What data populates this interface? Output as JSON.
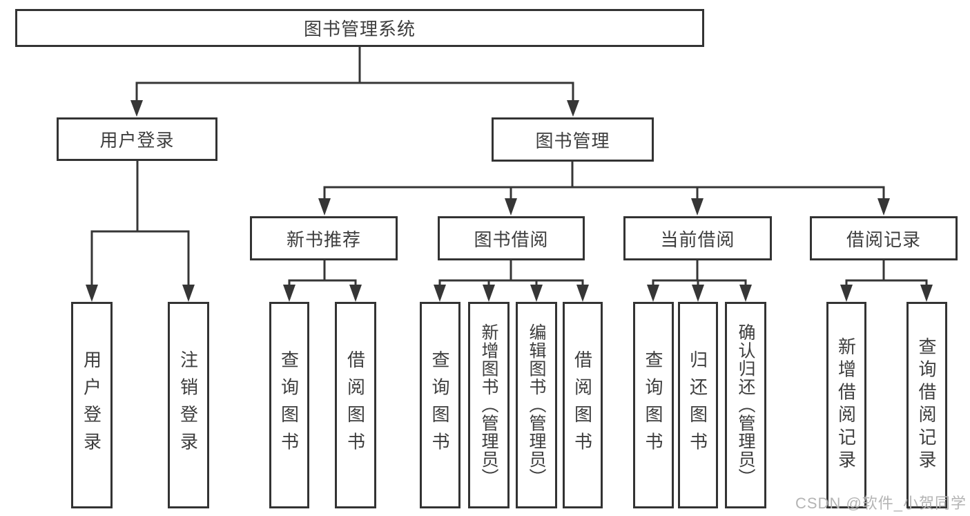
{
  "colors": {
    "line": "#363636",
    "box_border": "#333333",
    "text": "#3d3d3d",
    "watermark": "#b4b4b4",
    "background": "#ffffff"
  },
  "root_label": "图书管理系统",
  "level2": [
    {
      "label": "用户登录",
      "leaves": [
        "用户登录",
        "注销登录"
      ]
    },
    {
      "label": "图书管理",
      "groups": [
        {
          "label": "新书推荐",
          "leaves": [
            "查询图书",
            "借阅图书"
          ]
        },
        {
          "label": "图书借阅",
          "leaves": [
            "查询图书",
            "新增图书（管理员）",
            "编辑图书（管理员）",
            "借阅图书"
          ]
        },
        {
          "label": "当前借阅",
          "leaves": [
            "查询图书",
            "归还图书",
            "确认归还（管理员）"
          ]
        },
        {
          "label": "借阅记录",
          "leaves": [
            "新增借阅记录",
            "查询借阅记录"
          ]
        }
      ]
    }
  ],
  "watermark": "CSDN @软件_小贺同学"
}
